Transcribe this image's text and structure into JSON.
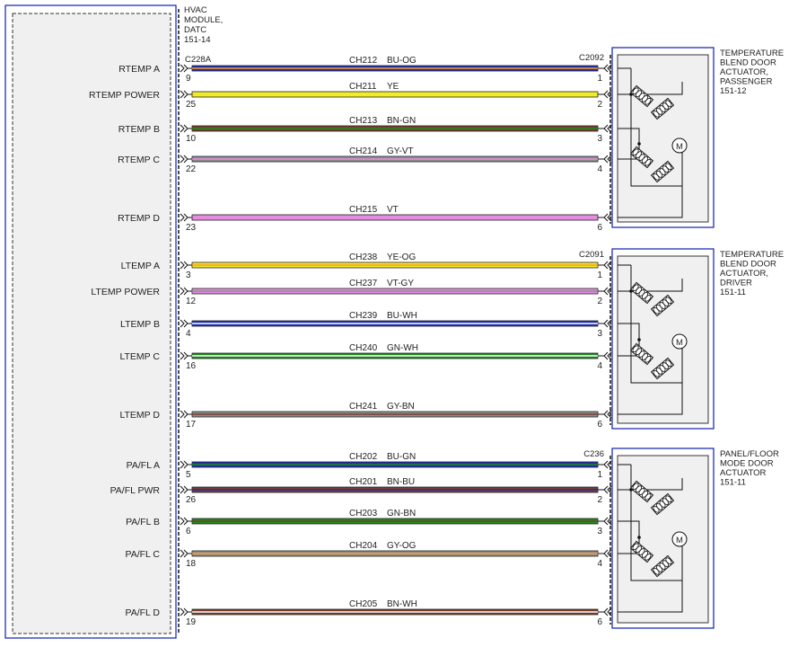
{
  "module": {
    "label_lines": [
      "HVAC",
      "MODULE,",
      "DATC",
      "151-14"
    ],
    "connector": "C228A"
  },
  "wire_colors": {
    "BU": "#1f2fb5",
    "YE": "#f0ec2a",
    "BN": "#7a3f2b",
    "GY": "#8f8f8f",
    "VT": "#e58be0",
    "GN": "#1d8c1d",
    "OG": "#ff9a1f",
    "WH": "#ffffff"
  },
  "groups": [
    {
      "connector": "C2092",
      "actuator_lines": [
        "TEMPERATURE",
        "BLEND DOOR",
        "ACTUATOR,",
        "PASSENGER",
        "151-12"
      ],
      "wires": [
        {
          "signal": "RTEMP A",
          "circuit": "CH212",
          "color": "BU-OG",
          "module_pin": "9",
          "actuator_pin": "1"
        },
        {
          "signal": "RTEMP POWER",
          "circuit": "CH211",
          "color": "YE",
          "module_pin": "25",
          "actuator_pin": "2"
        },
        {
          "signal": "RTEMP B",
          "circuit": "CH213",
          "color": "BN-GN",
          "module_pin": "10",
          "actuator_pin": "3"
        },
        {
          "signal": "RTEMP C",
          "circuit": "CH214",
          "color": "GY-VT",
          "module_pin": "22",
          "actuator_pin": "4"
        },
        {
          "signal": "RTEMP D",
          "circuit": "CH215",
          "color": "VT",
          "module_pin": "23",
          "actuator_pin": "6"
        }
      ]
    },
    {
      "connector": "C2091",
      "actuator_lines": [
        "TEMPERATURE",
        "BLEND DOOR",
        "ACTUATOR,",
        "DRIVER",
        "151-11"
      ],
      "wires": [
        {
          "signal": "LTEMP A",
          "circuit": "CH238",
          "color": "YE-OG",
          "module_pin": "3",
          "actuator_pin": "1"
        },
        {
          "signal": "LTEMP POWER",
          "circuit": "CH237",
          "color": "VT-GY",
          "module_pin": "12",
          "actuator_pin": "2"
        },
        {
          "signal": "LTEMP B",
          "circuit": "CH239",
          "color": "BU-WH",
          "module_pin": "4",
          "actuator_pin": "3"
        },
        {
          "signal": "LTEMP C",
          "circuit": "CH240",
          "color": "GN-WH",
          "module_pin": "16",
          "actuator_pin": "4"
        },
        {
          "signal": "LTEMP D",
          "circuit": "CH241",
          "color": "GY-BN",
          "module_pin": "17",
          "actuator_pin": "6"
        }
      ]
    },
    {
      "connector": "C236",
      "actuator_lines": [
        "PANEL/FLOOR",
        "MODE DOOR",
        "ACTUATOR",
        "151-11"
      ],
      "wires": [
        {
          "signal": "PA/FL A",
          "circuit": "CH202",
          "color": "BU-GN",
          "module_pin": "5",
          "actuator_pin": "1"
        },
        {
          "signal": "PA/FL PWR",
          "circuit": "CH201",
          "color": "BN-BU",
          "module_pin": "26",
          "actuator_pin": "2"
        },
        {
          "signal": "PA/FL B",
          "circuit": "CH203",
          "color": "GN-BN",
          "module_pin": "6",
          "actuator_pin": "3"
        },
        {
          "signal": "PA/FL C",
          "circuit": "CH204",
          "color": "GY-OG",
          "module_pin": "18",
          "actuator_pin": "4"
        },
        {
          "signal": "PA/FL D",
          "circuit": "CH205",
          "color": "BN-WH",
          "module_pin": "19",
          "actuator_pin": "6"
        }
      ]
    }
  ]
}
